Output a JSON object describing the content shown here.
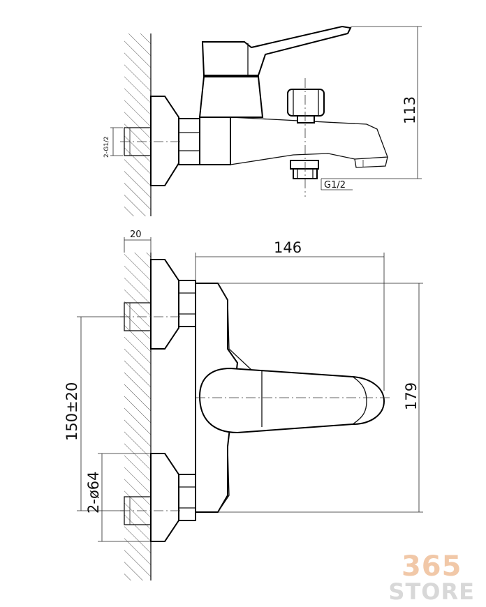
{
  "dimensions": {
    "height_side": "113",
    "inlet_thread_side": "2-G1/2",
    "outlet_thread": "G1/2",
    "wall_offset": "20",
    "width": "146",
    "height_front": "179",
    "center_distance": "150±20",
    "flange_diameter": "2-ø64"
  },
  "watermark": {
    "number": "365",
    "word": "STORE"
  }
}
